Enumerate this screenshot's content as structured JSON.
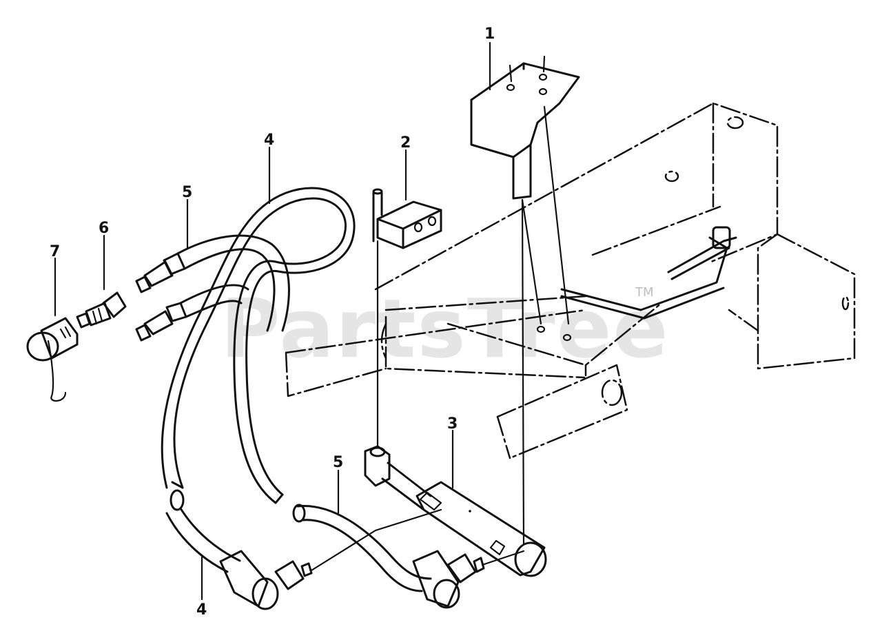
{
  "diagram": {
    "watermark": "PartsTree",
    "trademark": "TM",
    "callouts": [
      {
        "id": "callout-1",
        "text": "1"
      },
      {
        "id": "callout-2",
        "text": "2"
      },
      {
        "id": "callout-3",
        "text": "3"
      },
      {
        "id": "callout-4-upper",
        "text": "4"
      },
      {
        "id": "callout-4-lower",
        "text": "4"
      },
      {
        "id": "callout-5-upper",
        "text": "5"
      },
      {
        "id": "callout-5-lower",
        "text": "5"
      },
      {
        "id": "callout-6",
        "text": "6"
      },
      {
        "id": "callout-7",
        "text": "7"
      }
    ]
  }
}
